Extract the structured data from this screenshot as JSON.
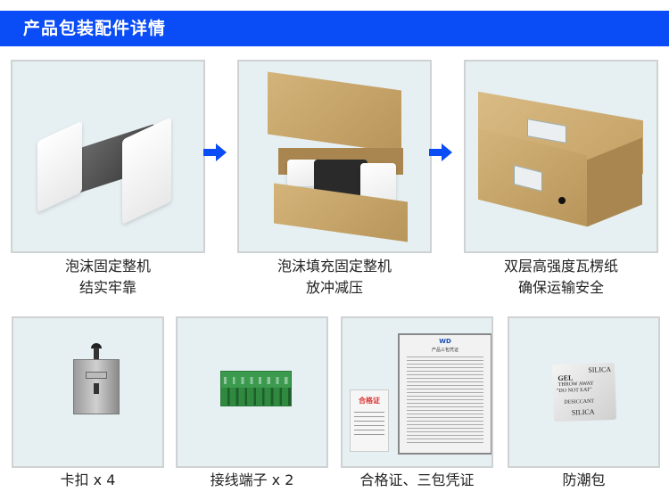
{
  "header": {
    "title": "产品包装配件详情",
    "bg_color": "#0a4cf5"
  },
  "steps": [
    {
      "caption_line1": "泡沫固定整机",
      "caption_line2": "结实牢靠",
      "image": "foam-wrapped-device"
    },
    {
      "caption_line1": "泡沫填充固定整机",
      "caption_line2": "放冲减压",
      "image": "open-carton-with-foam"
    },
    {
      "caption_line1": "双层高强度瓦楞纸",
      "caption_line2": "确保运输安全",
      "image": "closed-carton-box"
    }
  ],
  "arrows": [
    "arrow-right-icon",
    "arrow-right-icon"
  ],
  "accessories": [
    {
      "caption": "卡扣 x 4",
      "image": "mounting-clip"
    },
    {
      "caption": "接线端子 x 2",
      "image": "green-terminal-block"
    },
    {
      "caption": "合格证、三包凭证",
      "image": "certificate-and-warranty-card"
    },
    {
      "caption": "防潮包",
      "image": "silica-gel-packet"
    }
  ],
  "silica": {
    "line1": "SILICA",
    "line2": "GEL",
    "line3": "THROW AWAY",
    "line4": "\"DO NOT EAT\"",
    "line5": "DESICCANT",
    "line6": "SILICA"
  },
  "certificate": {
    "card_title": "合格证",
    "doc_logo": "WD",
    "doc_title": "产品三包凭证"
  },
  "colors": {
    "panel_bg": "#e6eff2",
    "panel_border": "#cfd2d3",
    "arrow": "#0a4cf5"
  }
}
